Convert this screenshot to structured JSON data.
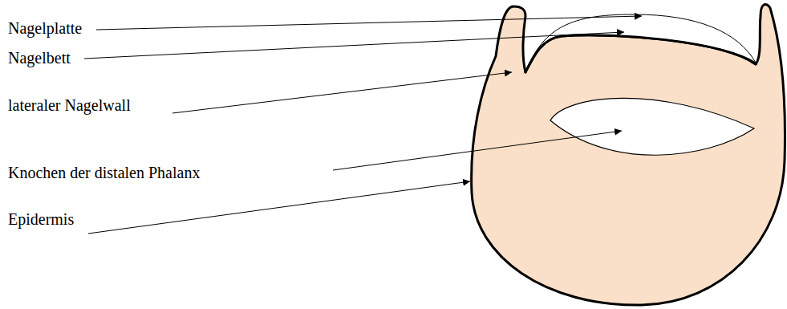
{
  "diagram": {
    "labels": [
      "Nagelplatte",
      "Nagelbett",
      "lateraler Nagelwall",
      "Knochen der distalen Phalanx",
      "Epidermis"
    ]
  }
}
